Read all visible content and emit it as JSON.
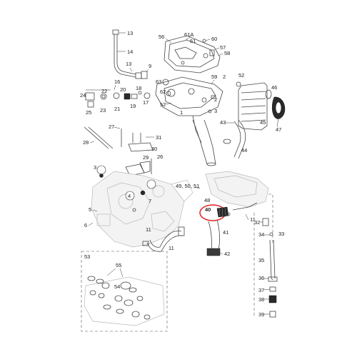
{
  "callouts": {
    "c13a": "13",
    "c14": "14",
    "c13b": "13",
    "c9": "9",
    "c56": "56",
    "c61a": "61A",
    "c60": "60",
    "c61": "61",
    "c57": "57",
    "c58": "58",
    "c16": "16",
    "c24": "24",
    "c22": "22",
    "c20": "20",
    "c18": "18",
    "c25": "25",
    "c23": "23",
    "c21": "21",
    "c19": "19",
    "c17": "17",
    "c63": "63",
    "c62": "62",
    "c52a": "52",
    "c1": "1",
    "c59": "59",
    "c2a": "2",
    "c52b": "52",
    "c2b": "2",
    "c3": "3",
    "c46": "46",
    "c45": "45",
    "c47": "47",
    "c43": "43",
    "c44": "44",
    "c27": "27",
    "c31": "31",
    "c28": "28",
    "c30": "30",
    "c29": "29",
    "c26": "26",
    "c3b": "3",
    "c4": "4",
    "c5": "5",
    "c6": "6",
    "c7": "7",
    "c11a": "11",
    "c11b": "11",
    "c49": "49, 50, 51",
    "c48": "48",
    "c40": "40",
    "c41": "41",
    "c42": "42",
    "c11c": "11",
    "c32": "32",
    "c34": "34",
    "c33": "33",
    "c35": "35",
    "c36": "36",
    "c37": "37",
    "c38": "38",
    "c39": "39",
    "c53": "53",
    "c55": "55",
    "c54": "54"
  },
  "highlight_color": "#e02020"
}
